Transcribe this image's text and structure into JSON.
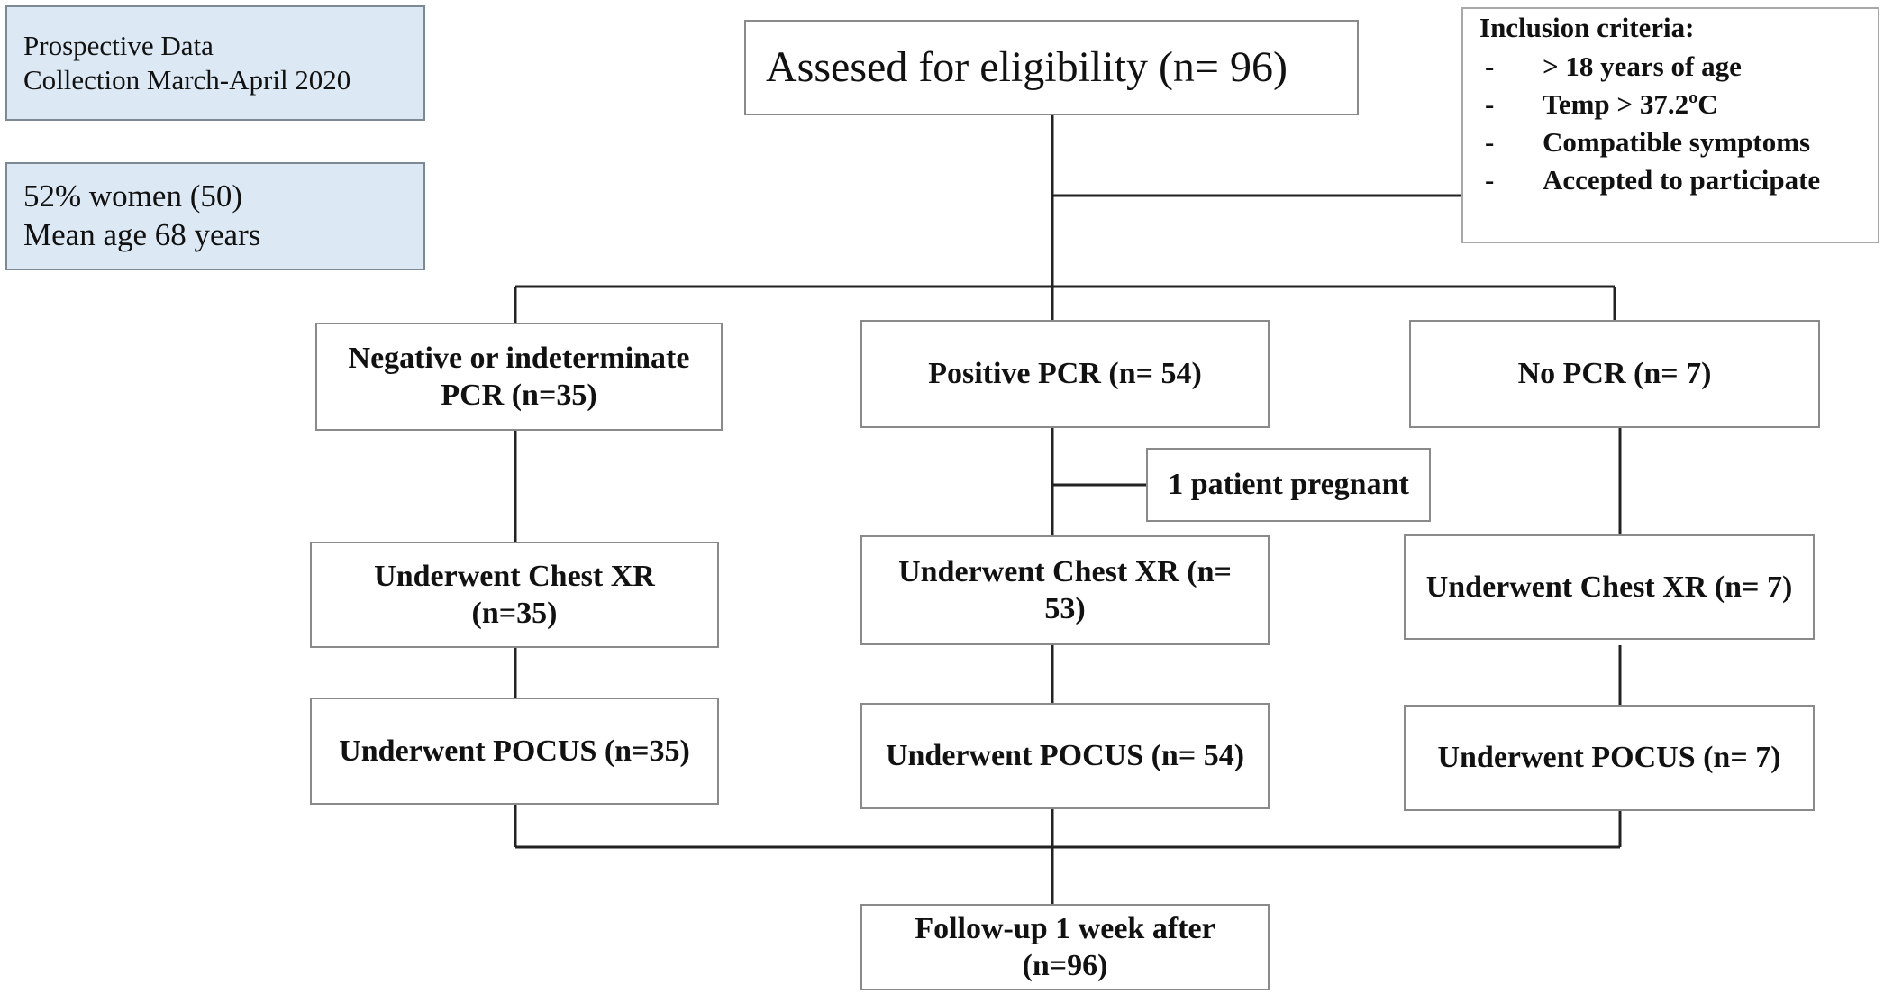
{
  "info_box_1": {
    "line1": "Prospective Data",
    "line2": "Collection March-April 2020"
  },
  "info_box_2": {
    "line1": "52% women (50)",
    "line2": "Mean age 68 years"
  },
  "eligibility": {
    "label": "Assesed for eligibility (n= 96)"
  },
  "inclusion": {
    "title": "Inclusion criteria:",
    "items": [
      {
        "bullet": "-",
        "text": "> 18 years of age"
      },
      {
        "bullet": "-",
        "text": "Temp > 37.2ºC"
      },
      {
        "bullet": "-",
        "text": "Compatible symptoms"
      },
      {
        "bullet": "-",
        "text": "Accepted to participate"
      }
    ]
  },
  "branches": {
    "negative": {
      "pcr": {
        "line1": "Negative or indeterminate",
        "line2": "PCR (n=35)"
      },
      "xr": {
        "line1": "Underwent Chest XR",
        "line2": "(n=35)"
      },
      "pocus": "Underwent POCUS (n=35)"
    },
    "positive": {
      "pcr": "Positive PCR (n= 54)",
      "excluded": "1 patient pregnant",
      "xr": {
        "line1": "Underwent Chest XR (n=",
        "line2": "53)"
      },
      "pocus": "Underwent POCUS (n= 54)"
    },
    "no_pcr": {
      "pcr": "No PCR (n= 7)",
      "xr": "Underwent Chest XR (n= 7)",
      "pocus": "Underwent POCUS (n= 7)"
    }
  },
  "followup": {
    "line1": "Follow-up 1 week after",
    "line2": "(n=96)"
  }
}
